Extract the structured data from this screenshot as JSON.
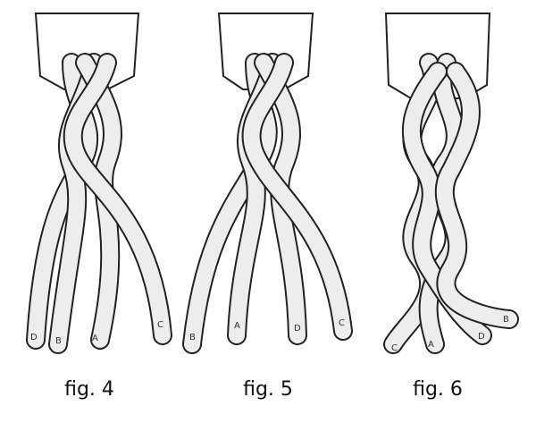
{
  "figures": [
    {
      "caption": "fig. 4",
      "labels": [
        "D",
        "B",
        "A",
        "C"
      ]
    },
    {
      "caption": "fig. 5",
      "labels": [
        "B",
        "A",
        "D",
        "C"
      ]
    },
    {
      "caption": "fig. 6",
      "labels": [
        "C",
        "A",
        "D",
        "B"
      ]
    }
  ],
  "colors": {
    "outline": "#222222",
    "strand": "#ededed",
    "tab": "#ffffff"
  }
}
